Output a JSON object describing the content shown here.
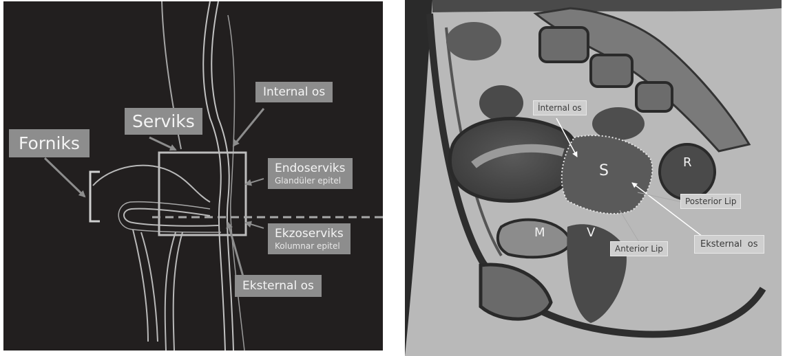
{
  "schematic": {
    "forniks": "Forniks",
    "serviks": "Serviks",
    "internal_os": "Internal os",
    "endoserviks": "Endoserviks",
    "endoserviks_sub": "Glandüler epitel",
    "ekzoserviks": "Ekzoserviks",
    "ekzoserviks_sub": "Kolumnar epitel",
    "eksternal_os": "Eksternal os"
  },
  "mri": {
    "internal_os": "İnternal os",
    "letter_s": "S",
    "letter_r": "R",
    "letter_m": "M",
    "letter_v": "V",
    "posterior_lip": "Posterior Lip",
    "anterior_lip": "Anterior Lip",
    "eksternal_os": "Eksternal  os"
  },
  "colors": {
    "schematic_background": "#221f1f",
    "label_fill": "#8d8d8d",
    "outline_stroke": "#b9b9b9",
    "mri_label_fill": "#cfcfcf"
  }
}
